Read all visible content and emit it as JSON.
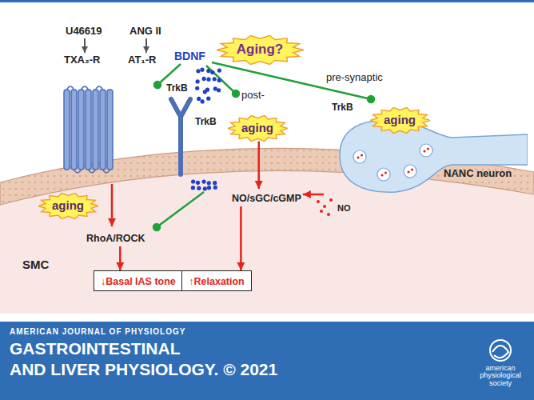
{
  "diagram": {
    "nodes": [
      {
        "text": [
          "Aging?"
        ]
      },
      {
        "text": [
          "TrkB",
          "NANC neuron"
        ]
      },
      {
        "text": [
          "aging"
        ],
        "in": 1
      },
      {
        "text": [
          "aging"
        ]
      },
      {
        "text": [
          "aging"
        ]
      },
      {
        "text": [
          "NO/sGC/cGMP"
        ]
      },
      {
        "text": [
          "RhoA/ROCK"
        ]
      },
      {
        "text": [
          "↓Basal IAS tone"
        ]
      },
      {
        "text": [
          "↑Relaxation"
        ]
      }
    ],
    "edges": [
      {
        "from": 1,
        "to": 5,
        "arrow": "to"
      },
      {
        "from": 3,
        "to": 5,
        "arrow": "to"
      },
      {
        "from": 6,
        "to": 7,
        "arrow": "to"
      },
      {
        "from": 5,
        "to": 8,
        "arrow": "to"
      }
    ],
    "labels": [
      "U46619",
      "ANG II",
      "TXA₂-R",
      "AT₁-R",
      "BDNF",
      "TrkB",
      "pre-synaptic",
      "post-",
      "TrkB",
      "NO",
      "SMC",
      "AMERICAN JOURNAL OF PHYSIOLOGY",
      "GASTROINTESTINAL",
      "AND LIVER PHYSIOLOGY. © 2021",
      "american physiological society"
    ]
  }
}
